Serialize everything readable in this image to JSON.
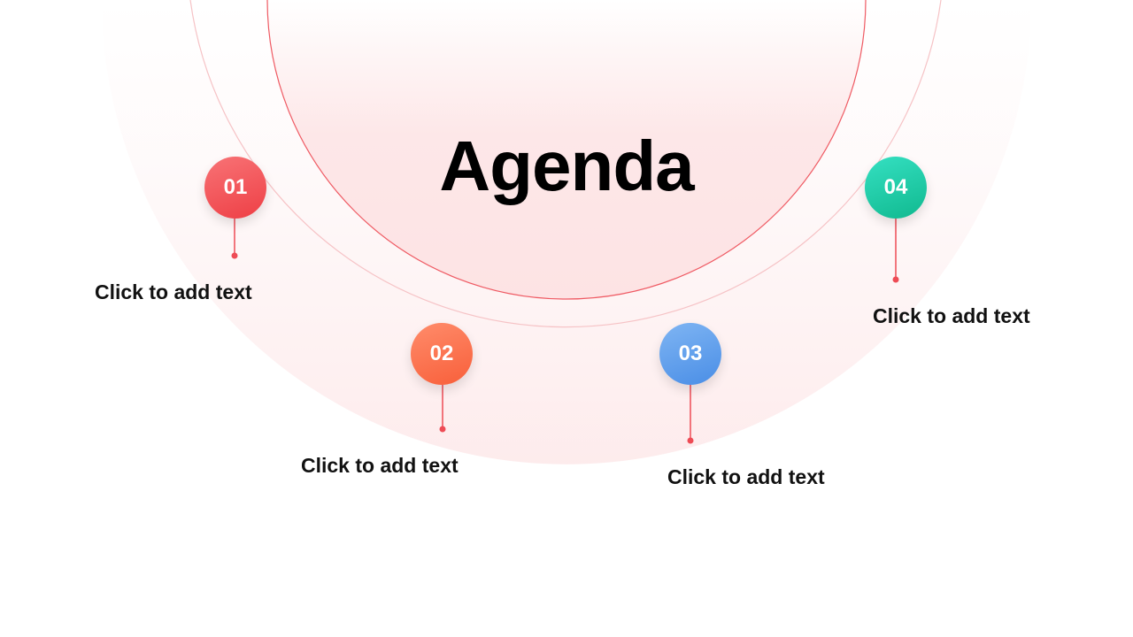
{
  "slide": {
    "title": "Agenda"
  },
  "items": [
    {
      "number": "01",
      "label": "Click to add text",
      "color_from": "#f87376",
      "color_to": "#ee3f45"
    },
    {
      "number": "02",
      "label": "Click to add text",
      "color_from": "#ff8c6b",
      "color_to": "#f85f3a"
    },
    {
      "number": "03",
      "label": "Click to add text",
      "color_from": "#7fb5f3",
      "color_to": "#4a8ee6"
    },
    {
      "number": "04",
      "label": "Click to add text",
      "color_from": "#35e0c2",
      "color_to": "#10b98f"
    }
  ],
  "colors": {
    "arc_line": "#f6b9bd",
    "inner_arc_line": "#ef5a63",
    "connector": "#ee4b55"
  }
}
